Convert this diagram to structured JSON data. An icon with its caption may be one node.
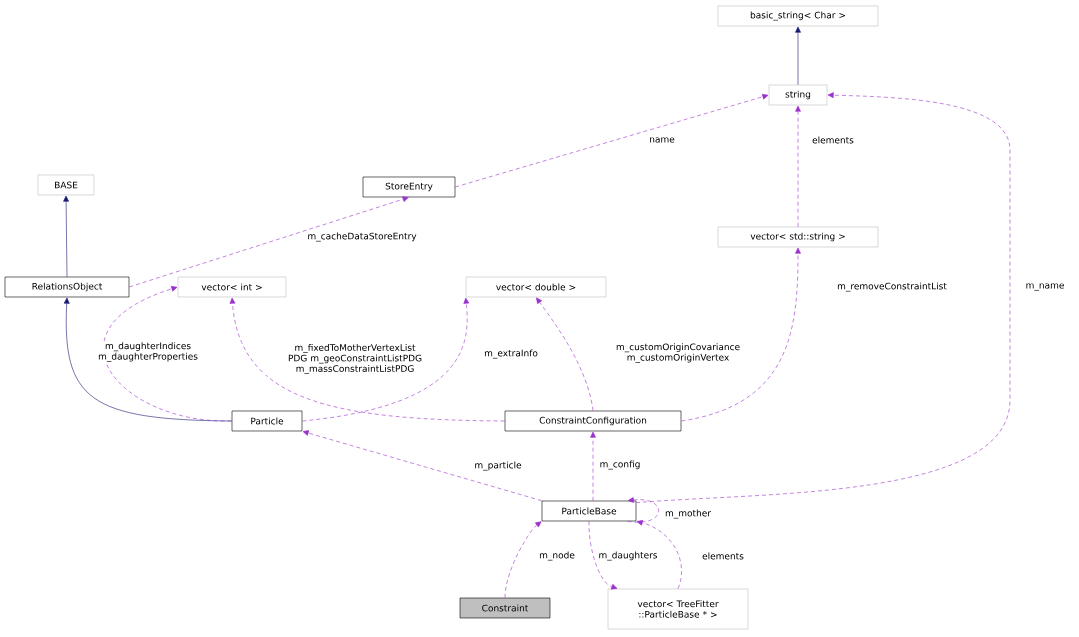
{
  "diagram": {
    "nodes": [
      {
        "text": [
          "basic_string< Char >"
        ]
      },
      {
        "text": [
          "string"
        ]
      },
      {
        "text": [
          "BASE"
        ]
      },
      {
        "text": [
          "StoreEntry"
        ]
      },
      {
        "text": [
          "vector< std::string >"
        ]
      },
      {
        "text": [
          "RelationsObject"
        ]
      },
      {
        "text": [
          "vector< int >"
        ]
      },
      {
        "text": [
          "vector< double >"
        ]
      },
      {
        "text": [
          "Particle"
        ]
      },
      {
        "text": [
          "ConstraintConfiguration"
        ]
      },
      {
        "text": [
          "ParticleBase"
        ]
      },
      {
        "text": [
          "Constraint"
        ]
      },
      {
        "text": [
          "vector< TreeFitter ::ParticleBase * >"
        ]
      }
    ],
    "edges": [
      {
        "from": 1,
        "to": 0,
        "arrow": "to",
        "color": "#191970"
      },
      {
        "from": 3,
        "to": 1,
        "arrow": "to",
        "style": "dashed",
        "label": "name"
      },
      {
        "from": 4,
        "to": 1,
        "arrow": "to",
        "style": "dashed",
        "label": "elements"
      },
      {
        "from": 5,
        "to": 2,
        "arrow": "to",
        "color": "#191970"
      },
      {
        "from": 5,
        "to": 3,
        "arrow": "to",
        "style": "dashed",
        "label": "m_cacheDataStoreEntry"
      },
      {
        "from": 8,
        "to": 5,
        "arrow": "to",
        "color": "#191970"
      },
      {
        "from": 8,
        "to": 6,
        "arrow": "to",
        "style": "dashed",
        "label": "m_daughterIndices m_daughterProperties"
      },
      {
        "from": 9,
        "to": 6,
        "arrow": "to",
        "style": "dashed",
        "label": "m_fixedToMotherVertexList PDG m_geoConstraintListPDG m_massConstraintListPDG"
      },
      {
        "from": 8,
        "to": 7,
        "arrow": "to",
        "style": "dashed",
        "label": "m_extraInfo"
      },
      {
        "from": 9,
        "to": 7,
        "arrow": "to",
        "style": "dashed",
        "label": "m_customOriginCovariance m_customOriginVertex"
      },
      {
        "from": 9,
        "to": 4,
        "arrow": "to",
        "style": "dashed",
        "label": "m_removeConstraintList"
      },
      {
        "from": 10,
        "to": 1,
        "arrow": "to",
        "style": "dashed",
        "label": "m_name"
      },
      {
        "from": 10,
        "to": 8,
        "arrow": "to",
        "style": "dashed",
        "label": "m_particle"
      },
      {
        "from": 10,
        "to": 9,
        "arrow": "to",
        "style": "dashed",
        "label": "m_config"
      },
      {
        "from": 10,
        "to": 10,
        "arrow": "to",
        "style": "dashed",
        "label": "m_mother"
      },
      {
        "from": 10,
        "to": 12,
        "arrow": "to",
        "style": "dashed",
        "label": "m_daughters"
      },
      {
        "from": 12,
        "to": 10,
        "arrow": "to",
        "style": "dashed",
        "label": "elements"
      },
      {
        "from": 11,
        "to": 10,
        "arrow": "to",
        "style": "dashed",
        "label": "m_node"
      }
    ]
  }
}
